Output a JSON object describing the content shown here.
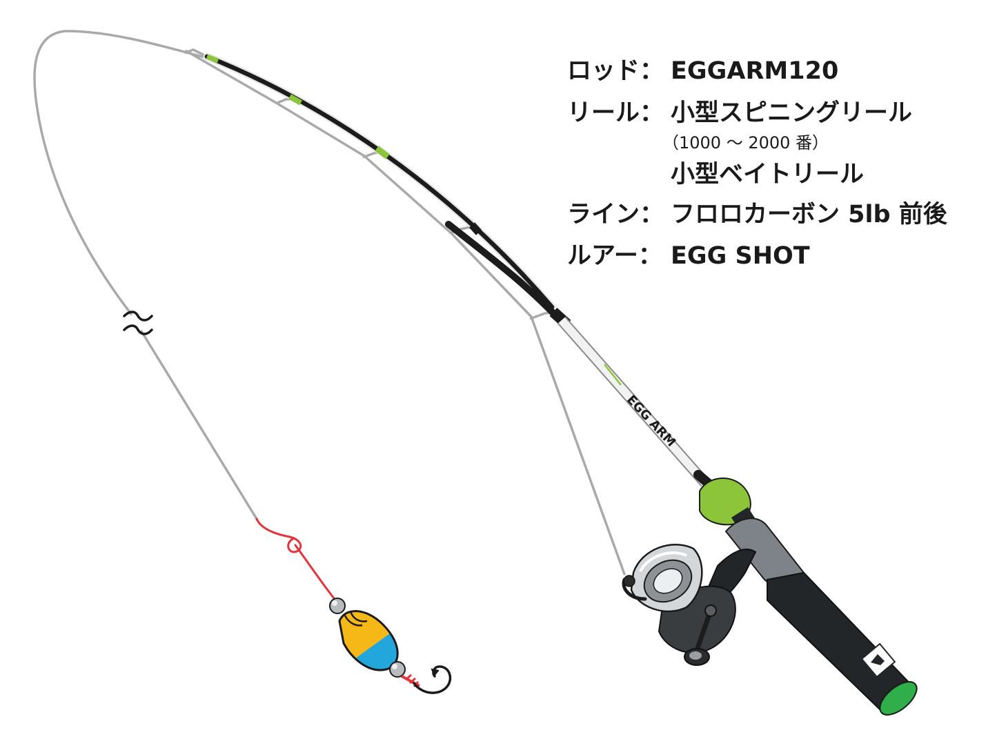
{
  "specs": {
    "rod_label": "ロッド：",
    "rod_value": "EGGARM120",
    "reel_label": "リール：",
    "reel_value_1": "小型スピニングリール",
    "reel_value_1_note": "（1000 ～ 2000 番）",
    "reel_value_2": "小型ベイトリール",
    "line_label": "ライン：",
    "line_value": "フロロカーボン 5lb 前後",
    "lure_label": "ルアー：",
    "lure_value": "EGG SHOT"
  },
  "rod_blank_print": "EGG ARM",
  "colors": {
    "line": "#a9a9a9",
    "rod_blank": "#1c1c1c",
    "accent_green": "#8cc43a",
    "grip_gray": "#7d8389",
    "grip_black": "#232628",
    "butt_cap": "#2fae4a",
    "leader_red": "#e5323b",
    "lure_yellow": "#f6b816",
    "lure_blue": "#22a6dc",
    "ink": "#1a1a1a"
  }
}
